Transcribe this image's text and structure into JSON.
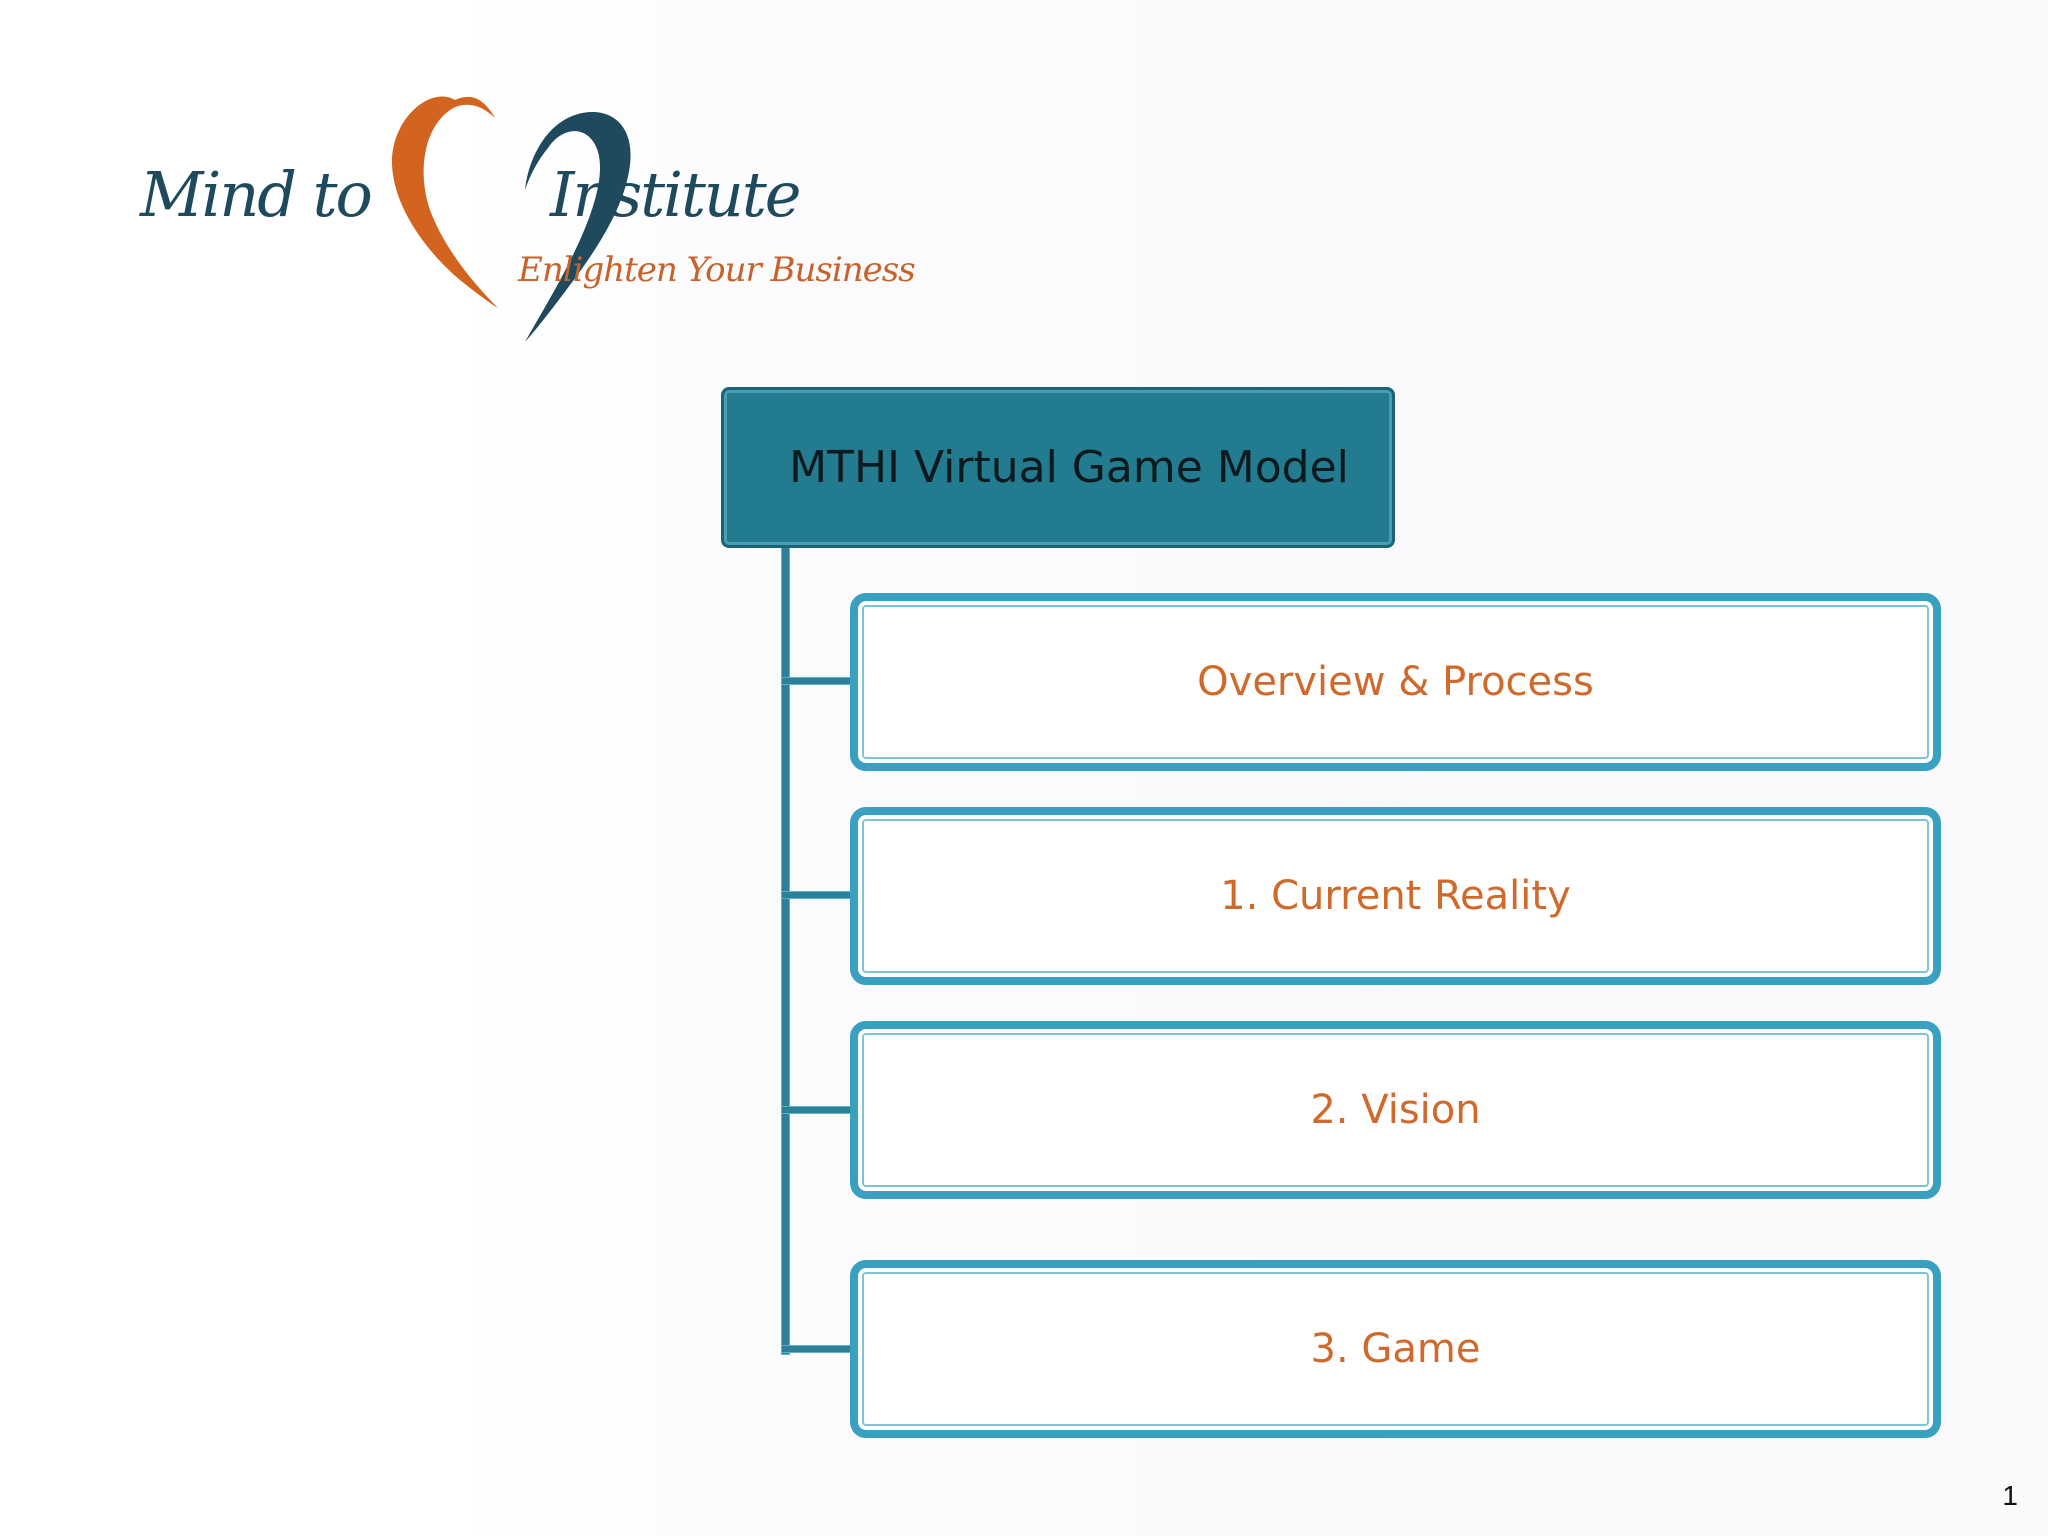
{
  "logo": {
    "word_left": "Mind to",
    "word_right": "Institute",
    "tagline": "Enlighten Your Business",
    "colors": {
      "navy": "#1f4a5e",
      "orange": "#c7622a"
    },
    "icon": "heart-icon"
  },
  "diagram": {
    "root": {
      "label": "MTHI Virtual Game Model",
      "fill": "#237b8f"
    },
    "children": [
      {
        "label": "Overview & Process"
      },
      {
        "label": "1. Current Reality"
      },
      {
        "label": "2. Vision"
      },
      {
        "label": "3. Game"
      }
    ],
    "colors": {
      "child_border": "#39a0bf",
      "child_text": "#d06a2c",
      "connector": "#2a8198"
    }
  },
  "page_number": "1"
}
